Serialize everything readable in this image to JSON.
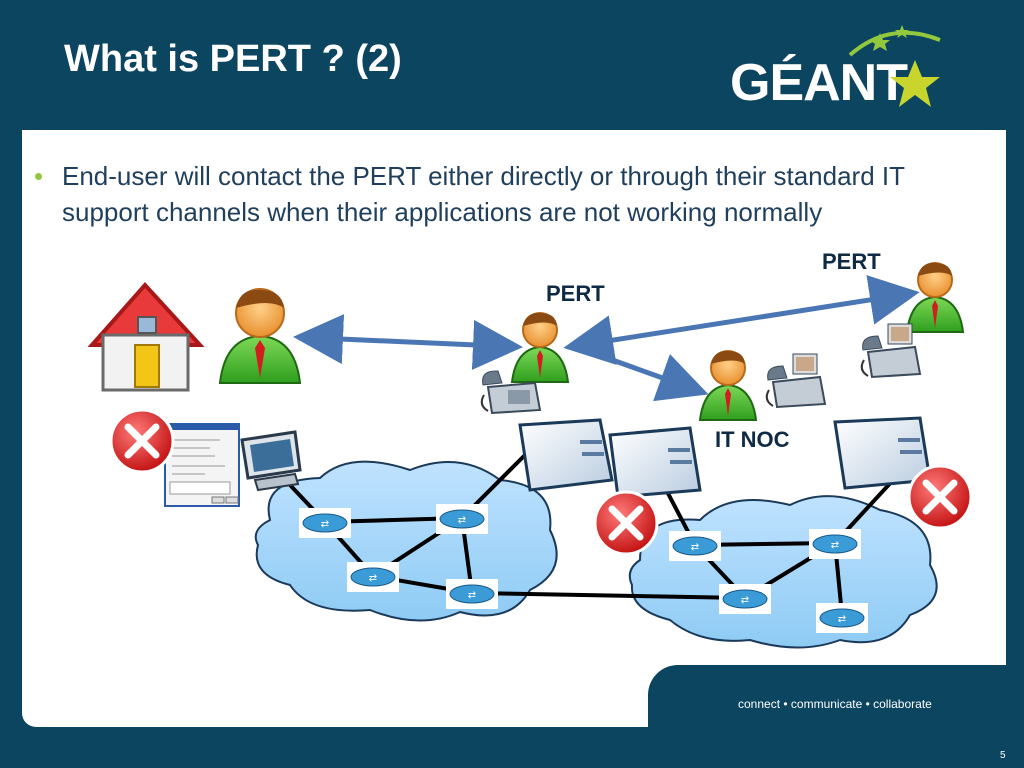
{
  "slide": {
    "title": "What is PERT ? (2)",
    "bullet": "End-user will contact the PERT either directly or through their standard IT support channels when their applications are not working normally"
  },
  "logo": {
    "text": "GÉANT",
    "icon": "star-swoosh-logo"
  },
  "diagram": {
    "labels": {
      "pert_center": "PERT",
      "pert_right": "PERT",
      "it_noc": "IT NOC"
    },
    "icons": [
      "house-icon",
      "user-icon",
      "error-icon",
      "dialog-window-icon",
      "monitor-icon",
      "phone-icon",
      "server-icon",
      "router-icon",
      "network-cloud-icon",
      "double-arrow-icon"
    ]
  },
  "footer": {
    "tagline": "connect • communicate • collaborate",
    "page_number": "5"
  },
  "colors": {
    "background": "#0b4560",
    "accent_green": "#92c83e",
    "error_red": "#d42020",
    "arrow_blue": "#4a77b4"
  }
}
